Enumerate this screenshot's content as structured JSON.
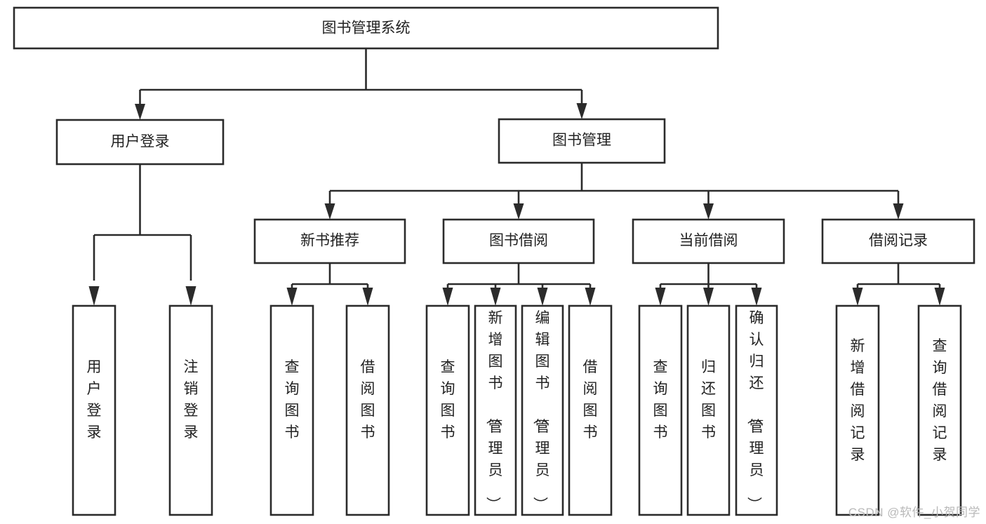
{
  "diagram": {
    "type": "tree-hierarchy-chart",
    "title": "图书管理系统",
    "watermark": "CSDN @软件_小贺同学",
    "colors": {
      "stroke": "#2b2b2b",
      "fill": "#ffffff",
      "text": "#222222",
      "watermark": "#b9b9b9",
      "background": "#ffffff"
    },
    "levels": [
      {
        "level": 1,
        "nodes": [
          {
            "id": "root",
            "label": "图书管理系统",
            "orientation": "horizontal"
          }
        ]
      },
      {
        "level": 2,
        "nodes": [
          {
            "id": "user-login",
            "label": "用户登录",
            "orientation": "horizontal",
            "parent": "root"
          },
          {
            "id": "book-manage",
            "label": "图书管理",
            "orientation": "horizontal",
            "parent": "root"
          }
        ]
      },
      {
        "level": 3,
        "nodes": [
          {
            "id": "new-book-rec",
            "label": "新书推荐",
            "orientation": "horizontal",
            "parent": "book-manage"
          },
          {
            "id": "book-borrow",
            "label": "图书借阅",
            "orientation": "horizontal",
            "parent": "book-manage"
          },
          {
            "id": "current-borrow",
            "label": "当前借阅",
            "orientation": "horizontal",
            "parent": "book-manage"
          },
          {
            "id": "borrow-record",
            "label": "借阅记录",
            "orientation": "horizontal",
            "parent": "book-manage"
          }
        ]
      },
      {
        "level": 4,
        "nodes": [
          {
            "id": "leaf-user-login",
            "label": "用户登录",
            "orientation": "vertical",
            "parent": "user-login"
          },
          {
            "id": "leaf-logout",
            "label": "注销登录",
            "orientation": "vertical",
            "parent": "user-login"
          },
          {
            "id": "leaf-query-book-1",
            "label": "查询图书",
            "orientation": "vertical",
            "parent": "new-book-rec"
          },
          {
            "id": "leaf-borrow-book-1",
            "label": "借阅图书",
            "orientation": "vertical",
            "parent": "new-book-rec"
          },
          {
            "id": "leaf-query-book-2",
            "label": "查询图书",
            "orientation": "vertical",
            "parent": "book-borrow"
          },
          {
            "id": "leaf-add-book",
            "label": "新增图书（管理员）",
            "orientation": "vertical",
            "parent": "book-borrow"
          },
          {
            "id": "leaf-edit-book",
            "label": "编辑图书（管理员）",
            "orientation": "vertical",
            "parent": "book-borrow"
          },
          {
            "id": "leaf-borrow-book-2",
            "label": "借阅图书",
            "orientation": "vertical",
            "parent": "book-borrow"
          },
          {
            "id": "leaf-query-book-3",
            "label": "查询图书",
            "orientation": "vertical",
            "parent": "current-borrow"
          },
          {
            "id": "leaf-return-book",
            "label": "归还图书",
            "orientation": "vertical",
            "parent": "current-borrow"
          },
          {
            "id": "leaf-confirm-return",
            "label": "确认归还（管理员）",
            "orientation": "vertical",
            "parent": "current-borrow"
          },
          {
            "id": "leaf-add-record",
            "label": "新增借阅记录",
            "orientation": "vertical",
            "parent": "borrow-record"
          },
          {
            "id": "leaf-query-record",
            "label": "查询借阅记录",
            "orientation": "vertical",
            "parent": "borrow-record"
          }
        ]
      }
    ]
  }
}
